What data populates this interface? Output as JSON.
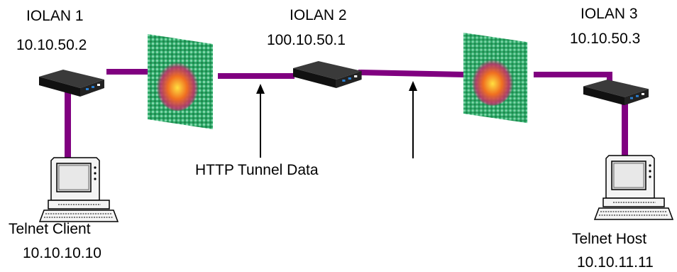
{
  "devices": [
    {
      "name": "IOLAN 1",
      "ip": "10.10.50.2"
    },
    {
      "name": "IOLAN 2",
      "ip": "100.10.50.1"
    },
    {
      "name": "IOLAN 3",
      "ip": "10.10.50.3"
    }
  ],
  "client": {
    "label": "Telnet Client",
    "ip": "10.10.10.10"
  },
  "host": {
    "label": "Telnet Host",
    "ip": "10.10.11.11"
  },
  "tunnel_label": "HTTP Tunnel Data",
  "colors": {
    "link": "#800080",
    "firewall_grid": "#2faa6a",
    "firewall_flame": "#e84020",
    "router_body": "#1a1a1a",
    "router_led": "#2a7fd0",
    "terminal": "#f4f4f4"
  }
}
